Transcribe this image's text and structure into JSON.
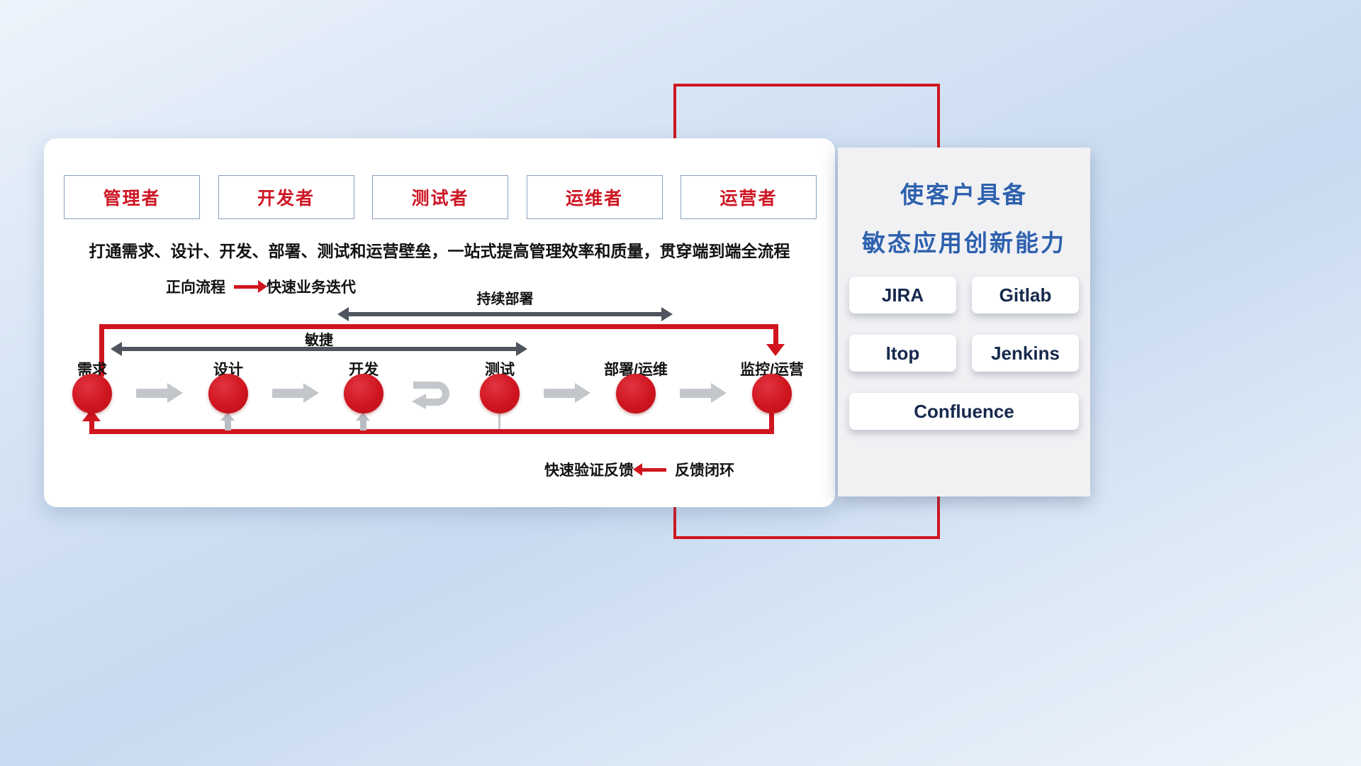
{
  "roles": [
    "管理者",
    "开发者",
    "测试者",
    "运维者",
    "运营者"
  ],
  "description": "打通需求、设计、开发、部署、测试和运营壁垒，一站式提高管理效率和质量，贯穿端到端全流程",
  "forward_legend": {
    "label": "正向流程",
    "value": "快速业务迭代"
  },
  "flow": {
    "continuous_deployment_label": "持续部署",
    "agile_label": "敏捷",
    "stages": [
      "需求",
      "设计",
      "开发",
      "测试",
      "部署/运维",
      "监控/运营"
    ]
  },
  "feedback_legend": {
    "label": "快速验证反馈",
    "value": "反馈闭环"
  },
  "side_panel": {
    "title_line1": "使客户具备",
    "title_line2": "敏态应用创新能力",
    "tools": [
      "JIRA",
      "Gitlab",
      "Itop",
      "Jenkins",
      "Confluence"
    ]
  },
  "colors": {
    "accent_red": "#d0151f",
    "title_blue": "#2e61ae",
    "dark_arrow": "#4e555e",
    "gray_arrow": "#c3c6cb",
    "role_text_red": "#ce1624"
  }
}
